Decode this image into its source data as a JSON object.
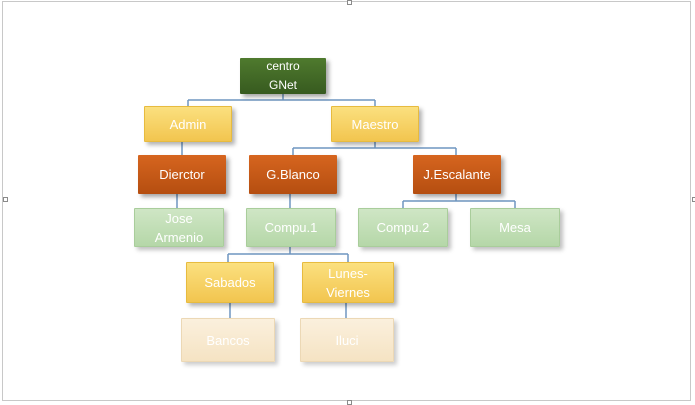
{
  "colors": {
    "root": "#3f6823",
    "level1": "#f6cf5e",
    "level2": "#c4591a",
    "level3": "#c2dfb6",
    "level4": "#f7e6c9",
    "connector": "#6f96c0"
  },
  "nodes": {
    "root": "centro\nGNet",
    "admin": "Admin",
    "maestro": "Maestro",
    "dierctor": "Dierctor",
    "gblanco": "G.Blanco",
    "jescalante": "J.Escalante",
    "jose": "Jose\nArmenio",
    "compu1": "Compu.1",
    "compu2": "Compu.2",
    "mesa": "Mesa",
    "sabados": "Sabados",
    "lunes": "Lunes-\nViernes",
    "bancos": "Bancos",
    "iluci": "Iluci"
  }
}
